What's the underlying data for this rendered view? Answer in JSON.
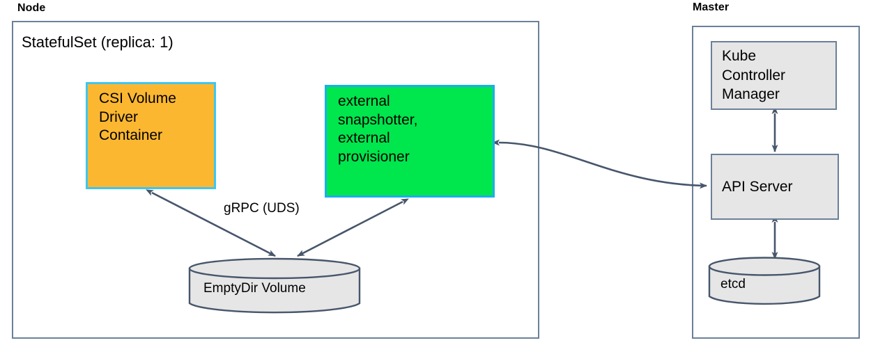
{
  "diagram": {
    "title_node": "Node",
    "title_master": "Master",
    "node_subtitle": "StatefulSet (replica: 1)",
    "edge_label_grpc": "gRPC (UDS)",
    "colors": {
      "orange_fill": "#fcb731",
      "orange_border": "#3ec6f0",
      "green_fill": "#00e64d",
      "green_border": "#1badee",
      "grey_fill": "#e6e6e6",
      "outline": "#6b7f99",
      "arrow": "#47566b"
    },
    "node_group": {
      "csi_driver": {
        "lines": [
          "CSI Volume",
          "Driver",
          "Container"
        ]
      },
      "external_sidecars": {
        "lines": [
          "external",
          "snapshotter,",
          "external",
          "provisioner"
        ]
      },
      "emptydir": {
        "label": "EmptyDir Volume"
      }
    },
    "master_group": {
      "kube_controller_manager": {
        "lines": [
          "Kube",
          "Controller",
          "Manager"
        ]
      },
      "api_server": {
        "label": "API Server"
      },
      "etcd": {
        "label": "etcd"
      }
    }
  }
}
